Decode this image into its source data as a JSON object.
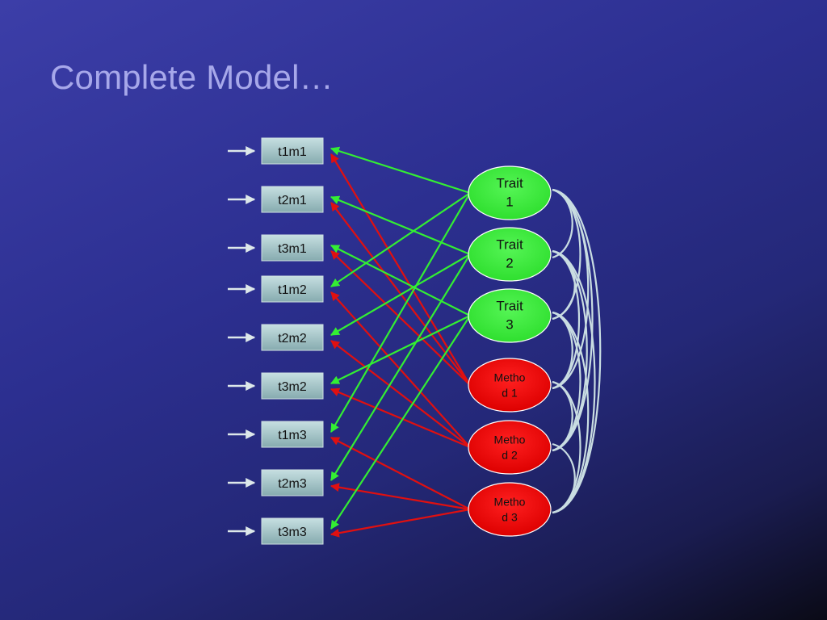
{
  "slide": {
    "title": "Complete Model…"
  },
  "indicators": [
    {
      "id": "t1m1",
      "label": "t1m1"
    },
    {
      "id": "t2m1",
      "label": "t2m1"
    },
    {
      "id": "t3m1",
      "label": "t3m1"
    },
    {
      "id": "t1m2",
      "label": "t1m2"
    },
    {
      "id": "t2m2",
      "label": "t2m2"
    },
    {
      "id": "t3m2",
      "label": "t3m2"
    },
    {
      "id": "t1m3",
      "label": "t1m3"
    },
    {
      "id": "t2m3",
      "label": "t2m3"
    },
    {
      "id": "t3m3",
      "label": "t3m3"
    }
  ],
  "traits": [
    {
      "id": "trait1",
      "lines": [
        "Trait",
        "1"
      ]
    },
    {
      "id": "trait2",
      "lines": [
        "Trait",
        "2"
      ]
    },
    {
      "id": "trait3",
      "lines": [
        "Trait",
        "3"
      ]
    }
  ],
  "methods": [
    {
      "id": "method1",
      "lines": [
        "Metho",
        "d 1"
      ]
    },
    {
      "id": "method2",
      "lines": [
        "Metho",
        "d 2"
      ]
    },
    {
      "id": "method3",
      "lines": [
        "Metho",
        "d 3"
      ]
    }
  ],
  "trait_loadings": [
    {
      "from": "trait1",
      "to": [
        "t1m1",
        "t1m2",
        "t1m3"
      ]
    },
    {
      "from": "trait2",
      "to": [
        "t2m1",
        "t2m2",
        "t2m3"
      ]
    },
    {
      "from": "trait3",
      "to": [
        "t3m1",
        "t3m2",
        "t3m3"
      ]
    }
  ],
  "method_loadings": [
    {
      "from": "method1",
      "to": [
        "t1m1",
        "t2m1",
        "t3m1"
      ]
    },
    {
      "from": "method2",
      "to": [
        "t1m2",
        "t2m2",
        "t3m2"
      ]
    },
    {
      "from": "method3",
      "to": [
        "t1m3",
        "t2m3",
        "t3m3"
      ]
    }
  ],
  "colors": {
    "trait_fill": "#33ee33",
    "trait_arrow": "#33ee33",
    "method_fill": "#ee0000",
    "method_arrow": "#e01010",
    "error_arrow": "#dde8ea",
    "correlation": "#c9dde2"
  }
}
